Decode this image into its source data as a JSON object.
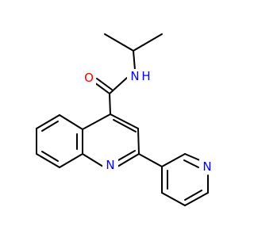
{
  "molecule": {
    "atoms": {
      "amide_nitrogen": "N",
      "amide_hydrogen": "H",
      "carbonyl_oxygen": "O",
      "quinoline_nitrogen": "N",
      "pyridine_nitrogen": "N"
    },
    "colors": {
      "nitrogen": "#0000ff",
      "oxygen": "#ff0000",
      "bond": "#000000"
    }
  }
}
